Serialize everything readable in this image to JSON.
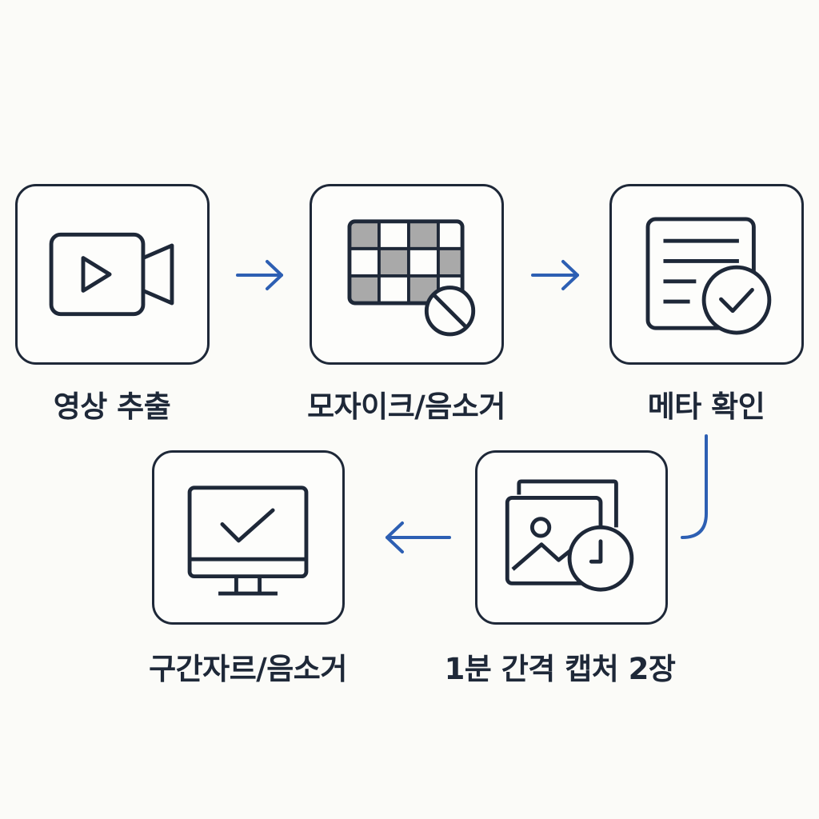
{
  "flow": {
    "steps": [
      {
        "id": "extract",
        "label": "영상 추출",
        "icon": "video-camera-icon"
      },
      {
        "id": "mosaic",
        "label": "모자이크/음소거",
        "icon": "mosaic-grid-icon"
      },
      {
        "id": "meta",
        "label": "메타 확인",
        "icon": "document-check-icon"
      },
      {
        "id": "capture",
        "label": "1분 간격 캡처 2장",
        "icon": "images-clock-icon"
      },
      {
        "id": "trim",
        "label": "구간자르/음소거",
        "icon": "monitor-check-icon"
      }
    ]
  },
  "colors": {
    "stroke": "#1e2838",
    "arrow": "#2d5fb3",
    "mosaic_fill": "#a9a9a9",
    "background": "#fbfbf8"
  }
}
